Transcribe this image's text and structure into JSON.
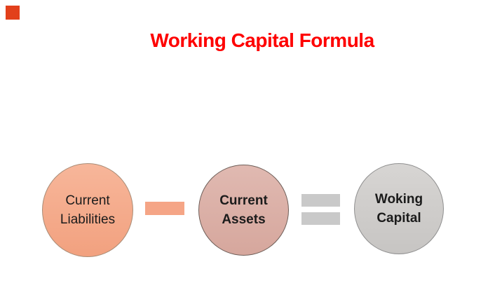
{
  "page": {
    "background": "#ffffff"
  },
  "corner_marker": {
    "color": "#e2401b"
  },
  "title": {
    "text": "Working Capital Formula",
    "color": "#fe0000"
  },
  "diagram": {
    "formula_reading": "Current Assets − Current Liabilities = Working Capital (as drawn: Liabilities − Assets = Capital order left to right)",
    "nodes": [
      {
        "id": "current-liabilities",
        "line1": "Current",
        "line2": "Liabilities",
        "fill_top": "#f7b69a",
        "fill_bottom": "#f2a17f",
        "border": "#a98c76"
      },
      {
        "id": "current-assets",
        "line1": "Current",
        "line2": "Assets",
        "fill_top": "#e0b9b1",
        "fill_bottom": "#d6a79d",
        "border": "#6e5e58"
      },
      {
        "id": "working-capital",
        "line1": "Woking",
        "line2": "Capital",
        "fill_top": "#d7d5d3",
        "fill_bottom": "#c7c5c3",
        "border": "#8f8f8f"
      }
    ],
    "operators": [
      {
        "id": "minus",
        "symbol": "-",
        "color": "#f5a586"
      },
      {
        "id": "equals",
        "symbol": "=",
        "color": "#c9c9c9"
      }
    ]
  }
}
